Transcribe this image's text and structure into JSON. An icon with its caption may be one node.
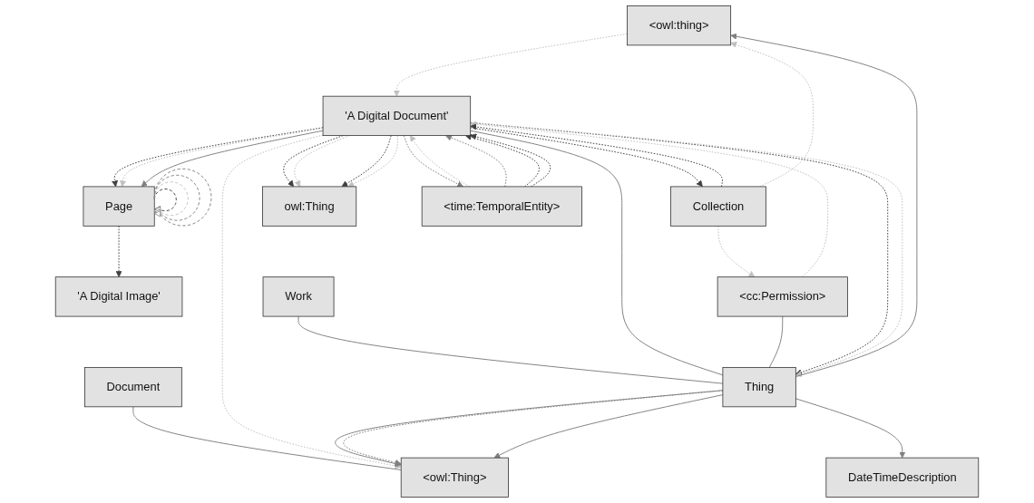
{
  "diagram": {
    "nodes": [
      {
        "text": [
          "Work"
        ]
      },
      {
        "text": [
          "<time:TemporalEntity>"
        ]
      },
      {
        "text": [
          "Document"
        ]
      },
      {
        "text": [
          "<owl:Thing>"
        ]
      },
      {
        "text": [
          "owl:Thing"
        ]
      },
      {
        "text": [
          "'A Digital Document'"
        ]
      },
      {
        "text": [
          "Thing"
        ]
      },
      {
        "text": [
          "<cc:Permission>"
        ]
      },
      {
        "text": [
          "Page"
        ]
      },
      {
        "text": [
          "Collection"
        ]
      },
      {
        "text": [
          "<owl:thing>"
        ]
      },
      {
        "text": [
          "DateTimeDescription"
        ]
      },
      {
        "text": [
          "'A Digital Image'"
        ]
      }
    ],
    "edges": [
      {
        "from": 0,
        "to": 6,
        "arrow": "none"
      },
      {
        "from": 2,
        "to": 3,
        "arrow": "none"
      },
      {
        "from": 5,
        "to": 4,
        "arrow": "to",
        "style": "dashed",
        "color": "#404040"
      },
      {
        "from": 5,
        "to": 4,
        "arrow": "to",
        "style": "dashed",
        "color": "#c0c0c0"
      },
      {
        "from": 5,
        "to": 4,
        "arrow": "to",
        "style": "dashed",
        "color": "#404040"
      },
      {
        "from": 5,
        "to": 4,
        "arrow": "to",
        "style": "dashed",
        "color": "#c0c0c0"
      },
      {
        "from": 5,
        "to": 1,
        "arrow": "to",
        "style": "dashed"
      },
      {
        "from": 1,
        "to": 5,
        "arrow": "to",
        "style": "dashed",
        "color": "#c0c0c0"
      },
      {
        "from": 1,
        "to": 5,
        "arrow": "to",
        "style": "dashed"
      },
      {
        "from": 1,
        "to": 5,
        "arrow": "to",
        "style": "dashed",
        "color": "#404040"
      },
      {
        "from": 1,
        "to": 5,
        "arrow": "to",
        "style": "dashed",
        "color": "#404040"
      },
      {
        "from": 5,
        "to": 3,
        "arrow": "to",
        "style": "dashed",
        "color": "#c0c0c0"
      },
      {
        "from": 6,
        "to": 3,
        "arrow": "to"
      },
      {
        "from": 6,
        "to": 3,
        "arrow": "to",
        "style": "dashed"
      },
      {
        "from": 6,
        "to": 3,
        "arrow": "to"
      },
      {
        "from": 5,
        "to": 6,
        "arrow": "none"
      },
      {
        "from": 7,
        "to": 6,
        "arrow": "none"
      },
      {
        "from": 5,
        "to": 6,
        "arrow": "to",
        "style": "dashed",
        "color": "#404040"
      },
      {
        "from": 5,
        "to": 6,
        "arrow": "to",
        "style": "dashed",
        "color": "#c0c0c0"
      },
      {
        "from": 5,
        "to": 8,
        "arrow": "to",
        "style": "dashed",
        "color": "#404040"
      },
      {
        "from": 5,
        "to": 8,
        "arrow": "to",
        "style": "dashed",
        "color": "#c0c0c0"
      },
      {
        "from": 5,
        "to": 8,
        "arrow": "to"
      },
      {
        "from": 6,
        "to": 10,
        "arrow": "to"
      },
      {
        "from": 6,
        "to": 11,
        "arrow": "to"
      },
      {
        "from": 7,
        "to": 5,
        "arrow": "to",
        "style": "dashed",
        "color": "#c0c0c0"
      },
      {
        "from": 9,
        "to": 7,
        "arrow": "to",
        "style": "dashed",
        "color": "#c0c0c0"
      },
      {
        "from": 10,
        "to": 5,
        "arrow": "to",
        "style": "dashed",
        "color": "#c0c0c0"
      },
      {
        "from": 5,
        "to": 9,
        "arrow": "to",
        "style": "dashed",
        "color": "#404040"
      },
      {
        "from": 9,
        "to": 5,
        "arrow": "to",
        "style": "dashed",
        "color": "#404040"
      },
      {
        "from": 9,
        "to": 10,
        "arrow": "to",
        "style": "dashed",
        "color": "#c0c0c0"
      },
      {
        "from": 8,
        "to": 12,
        "arrow": "to",
        "style": "dashed",
        "color": "#404040"
      },
      {
        "from": 8,
        "to": 8,
        "arrow": "to",
        "style": "dashed",
        "color": "#404040"
      },
      {
        "from": 8,
        "to": 8,
        "arrow": "to",
        "style": "dashed",
        "color": "#c0c0c0"
      },
      {
        "from": 8,
        "to": 8,
        "arrow": "to",
        "style": "dashed"
      },
      {
        "from": 8,
        "to": 8,
        "arrow": "to",
        "style": "dashed"
      }
    ]
  }
}
